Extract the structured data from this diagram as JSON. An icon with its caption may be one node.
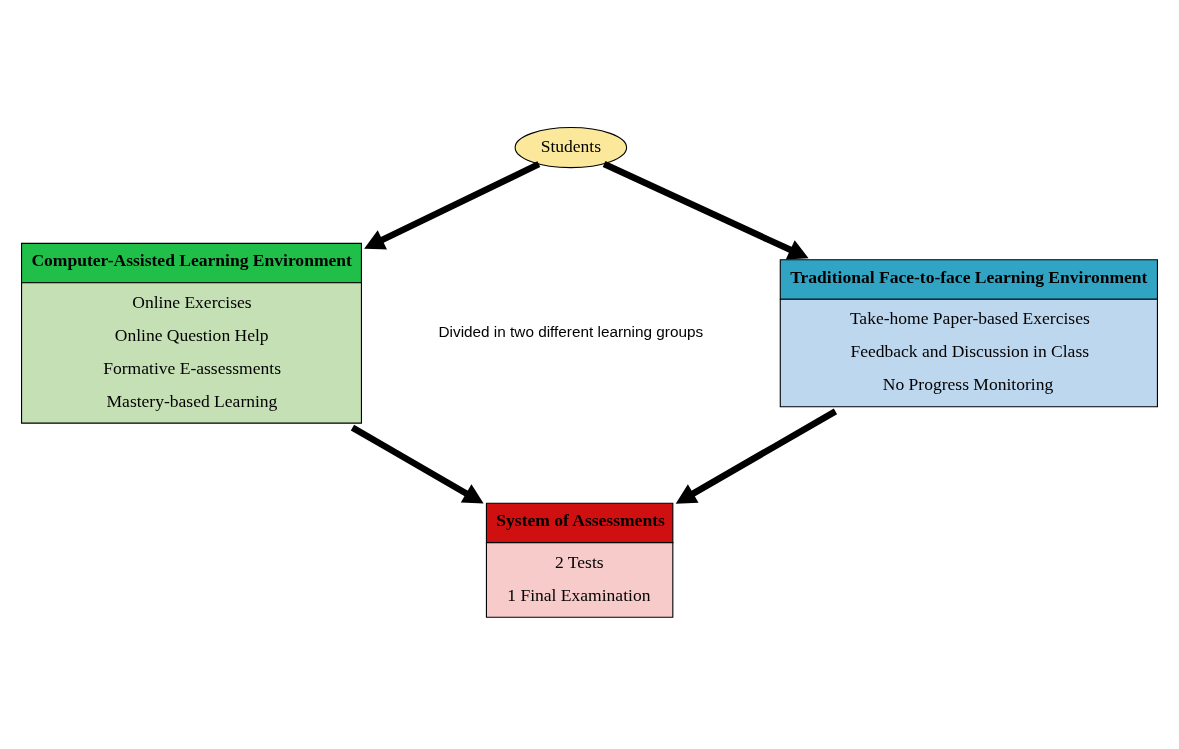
{
  "diagram": {
    "nodes": [
      {
        "text": [
          "Students"
        ]
      },
      {
        "text": [
          "Computer-Assisted Learning Environment",
          "Online Exercises",
          "Online Question Help",
          "Formative E-assessments",
          "Mastery-based Learning"
        ]
      },
      {
        "text": [
          "Traditional Face-to-face Learning Environment",
          "Take-home Paper-based Exercises",
          "Feedback and Discussion in Class",
          "No Progress Monitoring"
        ]
      },
      {
        "text": [
          "System of Assessments",
          "2 Tests",
          "1 Final Examination"
        ]
      }
    ],
    "edges": [
      {
        "from": 0,
        "to": 1,
        "arrow": "to"
      },
      {
        "from": 0,
        "to": 2,
        "arrow": "to"
      },
      {
        "from": 1,
        "to": 3,
        "arrow": "to"
      },
      {
        "from": 2,
        "to": 3,
        "arrow": "to"
      }
    ],
    "labels": [
      "Divided in two different learning groups"
    ]
  }
}
